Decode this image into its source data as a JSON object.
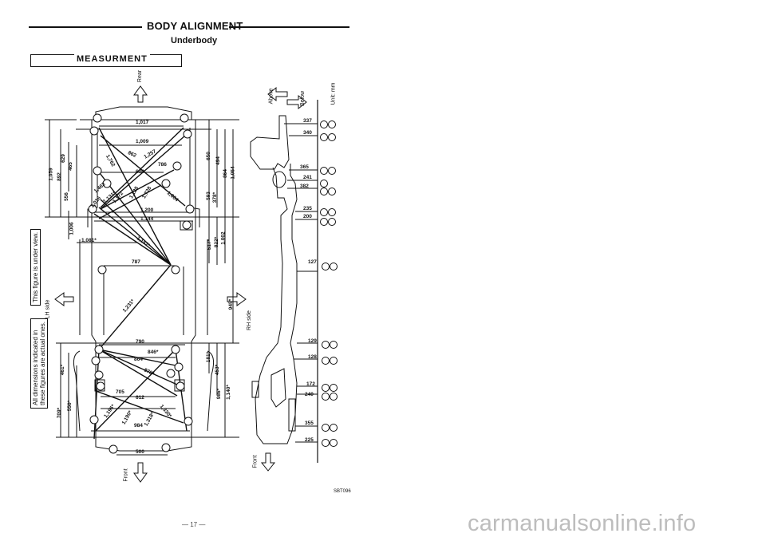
{
  "header": {
    "title": "BODY ALIGNMENT",
    "subtitle": "Underbody",
    "section": "MEASURMENT"
  },
  "notes": {
    "view": "This figure is under view.",
    "actual": [
      "All dimensions indicated in",
      "these figures are actual ones."
    ]
  },
  "directions": {
    "rear": "Rear",
    "front": "Front",
    "lh": "LH side",
    "rh": "RH side",
    "above": "Above",
    "below": "Below",
    "unit": "Unit: mm"
  },
  "plan_dims": {
    "horizontal": [
      "1,017",
      "1,009",
      "600",
      "1,200",
      "1,144",
      "1,081*",
      "787",
      "790",
      "705",
      "612",
      "984",
      "500",
      "846*",
      "864",
      "878*"
    ],
    "diagonal": [
      "1,257",
      "862",
      "1,762",
      "786",
      "1,463",
      "1,131*",
      "1,016",
      "1,172",
      "1,128",
      "1,728",
      "1,604",
      "1,152*",
      "1,231*",
      "1,196*",
      "1,190*",
      "1,318*",
      "1,330*"
    ],
    "left_vertical": [
      "1,059",
      "892",
      "629",
      "465",
      "556",
      "1,006",
      "461*",
      "550*",
      "709*"
    ],
    "right_vertical": [
      "650",
      "494",
      "593",
      "378*",
      "1,054",
      "864",
      "517*",
      "822*",
      "1,002",
      "945*",
      "181*",
      "453*",
      "986*",
      "1,140*"
    ]
  },
  "side_dims": [
    {
      "value": "337",
      "pts": [
        "B",
        "B"
      ]
    },
    {
      "value": "340",
      "pts": [
        "N",
        "C"
      ]
    },
    {
      "value": "365",
      "pts": [
        "M",
        "E"
      ]
    },
    {
      "value": "241",
      "pts": [
        "?",
        ""
      ]
    },
    {
      "value": "382",
      "pts": [
        "K",
        "K"
      ]
    },
    {
      "value": "235",
      "pts": [
        "I",
        "I"
      ]
    },
    {
      "value": "200",
      "pts": [
        "G",
        "D"
      ]
    },
    {
      "value": "127",
      "pts": [
        "G",
        "H"
      ]
    },
    {
      "value": "129",
      "pts": [
        "L",
        "T"
      ]
    },
    {
      "value": "128",
      "pts": [
        "U",
        "S"
      ]
    },
    {
      "value": "172",
      "pts": [
        "Q",
        "Q"
      ]
    },
    {
      "value": "240",
      "pts": [
        "O",
        "P"
      ]
    },
    {
      "value": "355",
      "pts": [
        "R",
        "A"
      ]
    },
    {
      "value": "225",
      "pts": [
        "X",
        "W"
      ]
    }
  ],
  "footer": {
    "figure_id": "SBT096",
    "page": "— 17 —",
    "watermark": "carmanualsonline.info"
  }
}
